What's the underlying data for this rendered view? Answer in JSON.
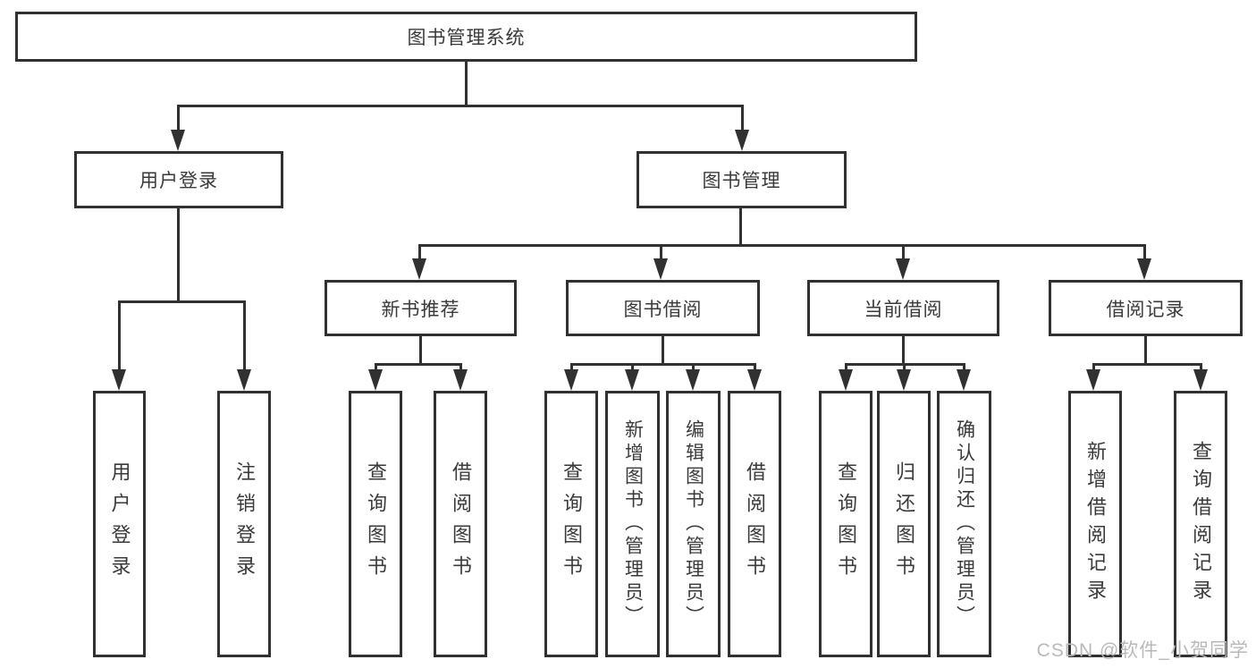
{
  "tree": {
    "root": "图书管理系统",
    "level2": [
      "用户登录",
      "图书管理"
    ],
    "level3": [
      "新书推荐",
      "图书借阅",
      "当前借阅",
      "借阅记录"
    ],
    "leaves": {
      "login": [
        "用户登录",
        "注销登录"
      ],
      "newbook": [
        "查询图书",
        "借阅图书"
      ],
      "borrow": [
        "查询图书",
        "新增图书（管理员）",
        "编辑图书（管理员）",
        "借阅图书"
      ],
      "current": [
        "查询图书",
        "归还图书",
        "确认归还（管理员）"
      ],
      "records": [
        "新增借阅记录",
        "查询借阅记录"
      ]
    }
  },
  "watermark": "CSDN @软件_小贺同学",
  "colors": {
    "line": "#313131",
    "text": "#3a3a3a",
    "watermark": "#b9b9b9",
    "background": "#ffffff"
  }
}
